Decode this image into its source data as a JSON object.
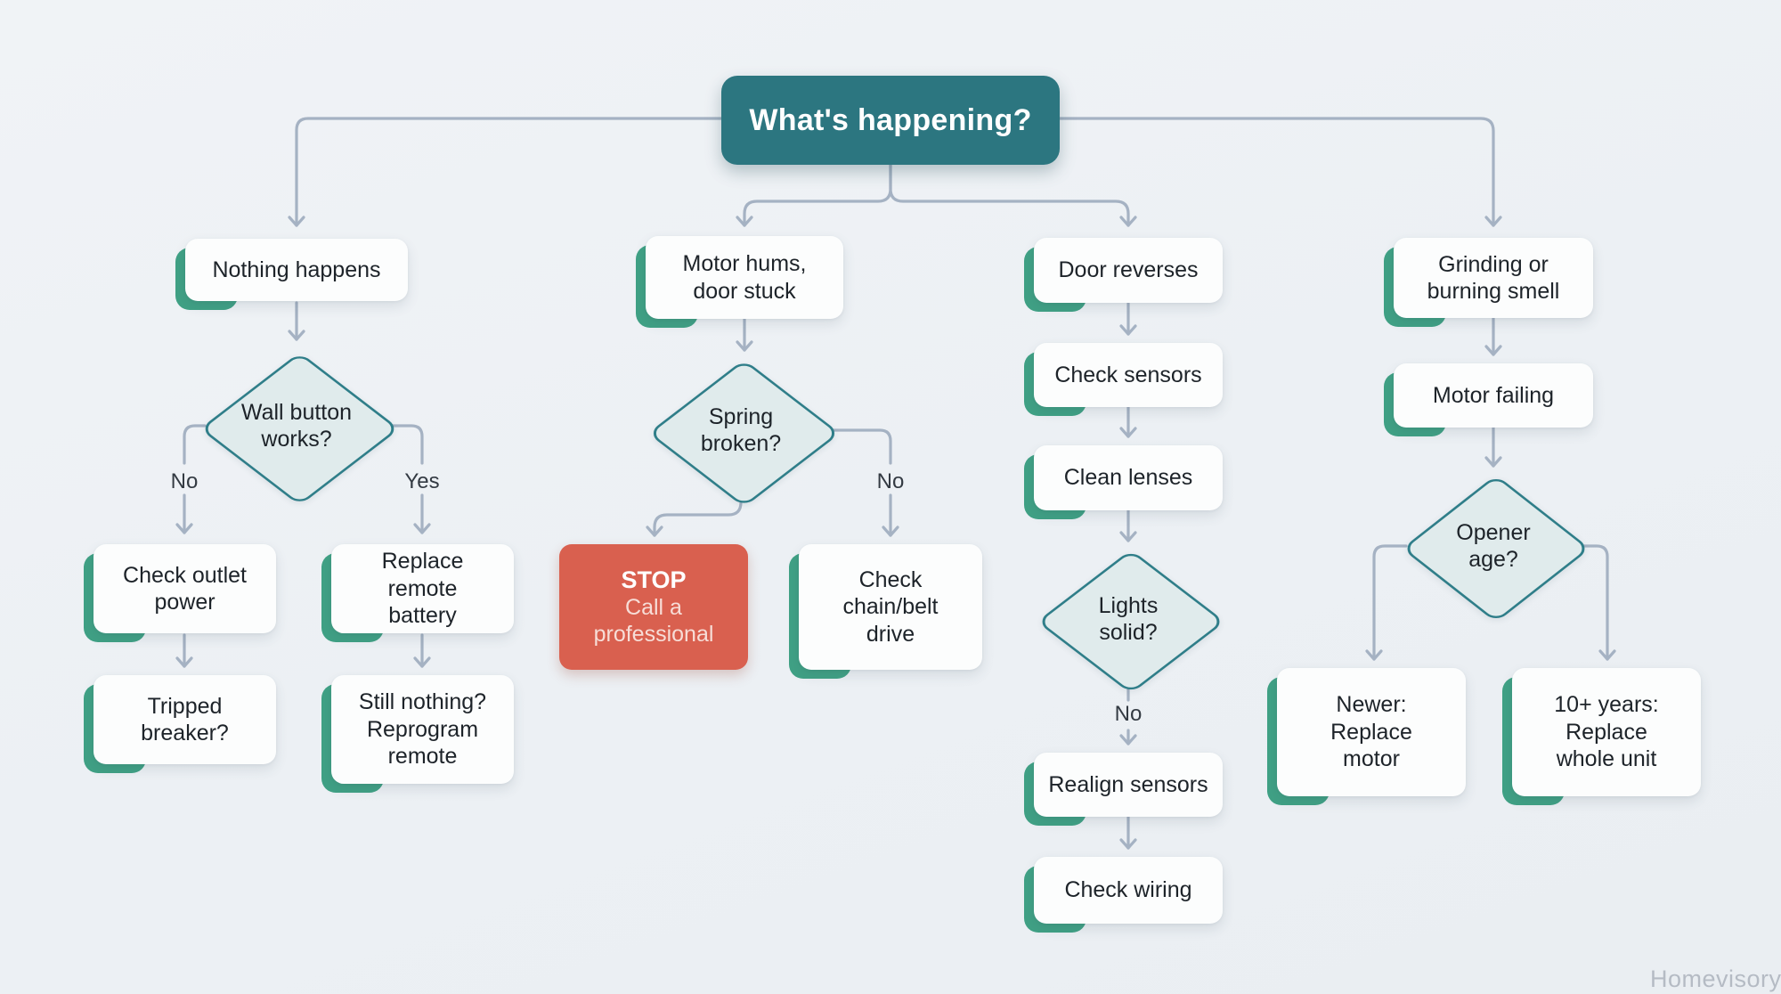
{
  "title": "What's happening?",
  "watermark": "Homevisory",
  "branch1": {
    "symptom": "Nothing happens",
    "decision": "Wall button works?",
    "no_label": "No",
    "yes_label": "Yes",
    "no_step1": "Check outlet power",
    "no_step2": "Tripped breaker?",
    "yes_step1": "Replace remote battery",
    "yes_step2": "Still nothing? Reprogram remote"
  },
  "branch2": {
    "symptom": "Motor hums, door stuck",
    "decision": "Spring broken?",
    "no_label": "No",
    "stop_title": "STOP",
    "stop_subtitle": "Call a professional",
    "no_step": "Check chain/belt drive"
  },
  "branch3": {
    "symptom": "Door reverses",
    "step1": "Check sensors",
    "step2": "Clean lenses",
    "decision": "Lights solid?",
    "no_label": "No",
    "no_step1": "Realign sensors",
    "no_step2": "Check wiring"
  },
  "branch4": {
    "symptom": "Grinding or burning smell",
    "step1": "Motor failing",
    "decision": "Opener age?",
    "newer_step": "Newer: Replace motor",
    "older_step": "10+ years: Replace whole unit"
  },
  "colors": {
    "teal_header": "#2c7680",
    "green_accent": "#40a185",
    "stop_red": "#d9604f",
    "connector_gray": "#a5b2c3",
    "diamond_fill": "#e0ebec",
    "diamond_border": "#2f7e89",
    "background": "#edf1f4"
  }
}
